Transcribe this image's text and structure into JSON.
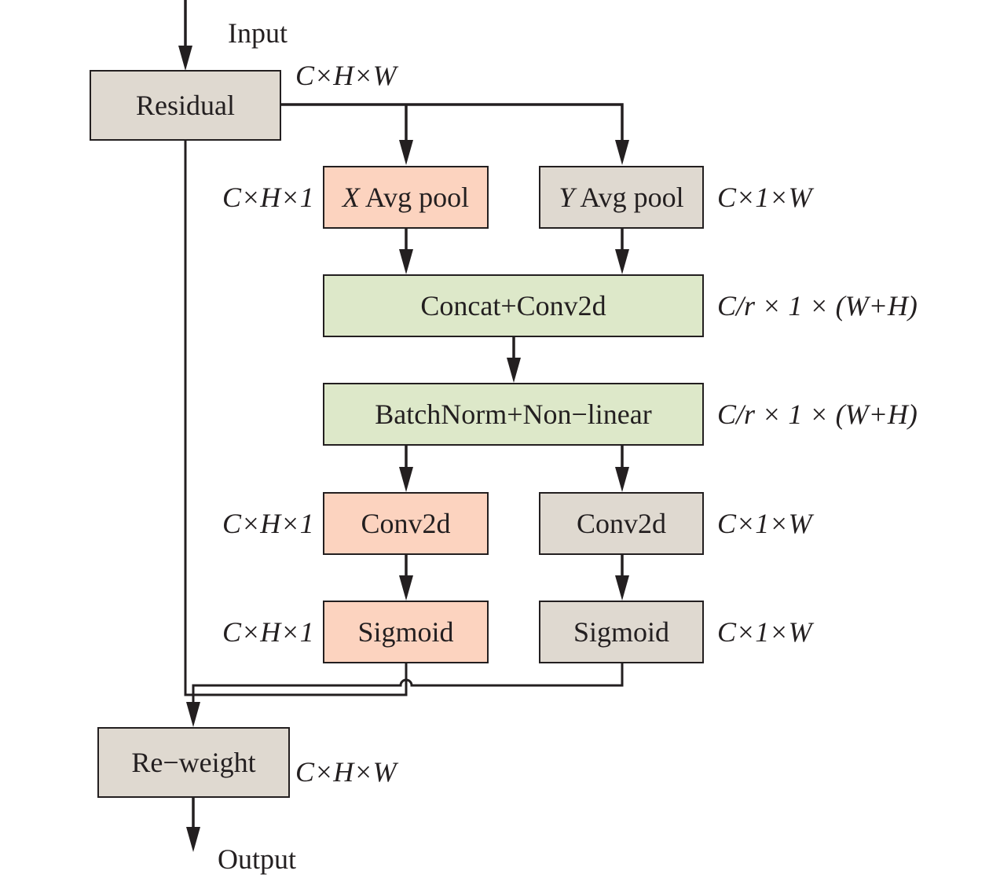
{
  "diagram": {
    "io": {
      "input": "Input",
      "output": "Output"
    },
    "nodes": {
      "residual": "Residual",
      "x_pool_var": "X",
      "x_pool_rest": " Avg pool",
      "y_pool_var": "Y",
      "y_pool_rest": " Avg pool",
      "concat": "Concat+Conv2d",
      "bn": "BatchNorm+Non−linear",
      "conv_left": "Conv2d",
      "conv_right": "Conv2d",
      "sig_left": "Sigmoid",
      "sig_right": "Sigmoid",
      "reweight": "Re−weight"
    },
    "dims": {
      "residual": "C×H×W",
      "x_pool": "C×H×1",
      "y_pool": "C×1×W",
      "concat": "C/r × 1 × (W+H)",
      "bn": "C/r × 1 × (W+H)",
      "conv_left": "C×H×1",
      "conv_right": "C×1×W",
      "sig_left": "C×H×1",
      "sig_right": "C×1×W",
      "reweight": "C×H×W"
    },
    "colors": {
      "gray": "#dfd9d0",
      "peach": "#fcd3bf",
      "green": "#dde8c9",
      "line": "#231f20"
    }
  }
}
